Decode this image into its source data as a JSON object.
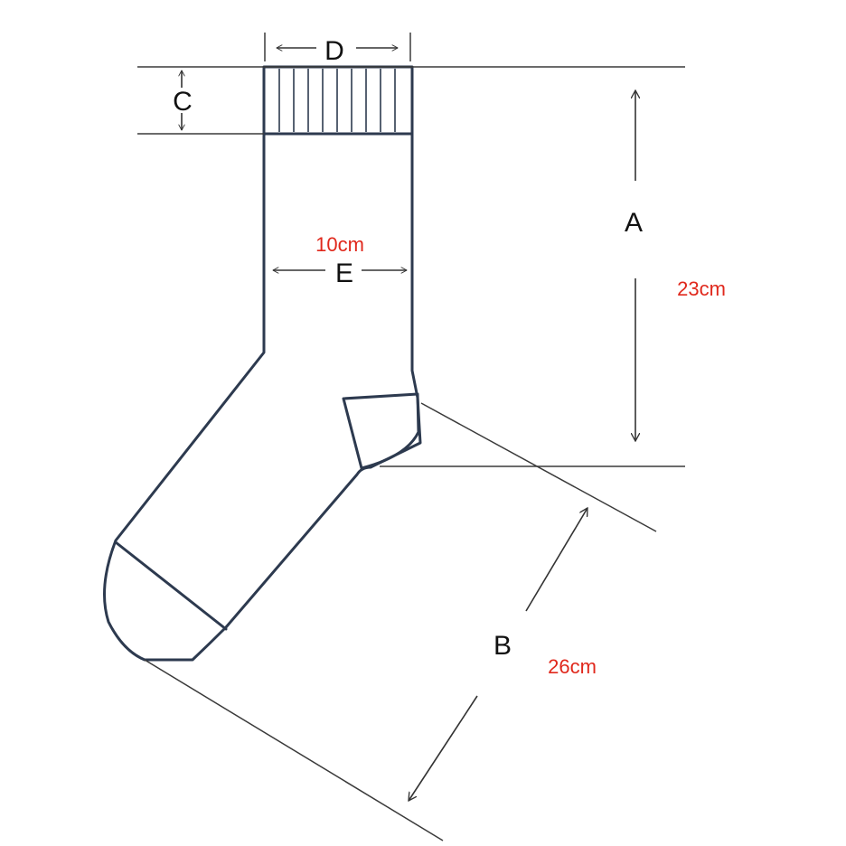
{
  "labels": {
    "a": "A",
    "b": "B",
    "c": "C",
    "d": "D",
    "e": "E"
  },
  "measurements": {
    "e": "10cm",
    "a": "23cm",
    "b": "26cm"
  },
  "colors": {
    "outline": "#2d3a4f",
    "guide": "#3a3a3a",
    "measurement": "#e0281c"
  }
}
